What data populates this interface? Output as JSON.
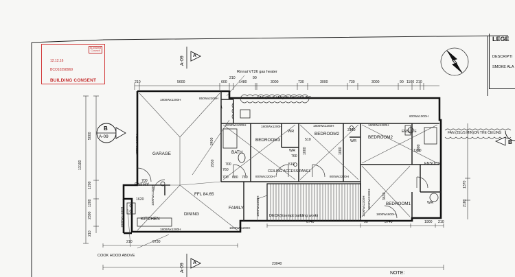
{
  "stamp": {
    "logo": "Auckland Council",
    "date": "12.12.16",
    "code": "BCO10298969",
    "title": "BUILDING CONSENT"
  },
  "legend": {
    "heading": "LEGE",
    "row1": "DESCRIPTI",
    "row2": "SMOKE ALA"
  },
  "section_markers": {
    "a_top": {
      "letter": "A",
      "ref": "A-09"
    },
    "b_left": {
      "letter": "B",
      "ref": "A-09"
    },
    "a_bottom": {
      "letter": "A",
      "ref": "A-09"
    },
    "b_right": {
      "letter": "B"
    }
  },
  "annotations": {
    "gas_heater": "Rinnai VT26 gas heater",
    "fan_left": "FAN (25L/S MIN)ON THE CEILING",
    "fan_right": "FAN (25L/S MIN)ON THE CEILING",
    "ceiling_access": "CEILING ACCESS PANEL",
    "cook_hood": "COOK HOOD ABOVE",
    "note": "NOTE:"
  },
  "rooms": {
    "garage": "GARAGE",
    "bath": "BATH",
    "bedroom3": "BEDROOM3",
    "bedroom2_center": "BEDROOM2",
    "bedroom2": "BEDROOM2",
    "ensuite_top": "ENSUITE",
    "ensuite": "ENSUITE",
    "entry": "ENTRY",
    "kitchen": "KITCHEN",
    "dining": "DINING",
    "family": "FAMILY",
    "ffl": "FFL 84.65",
    "deck": "DECK(Exempt building work)",
    "bedroom1": "BEDROOM1",
    "wr1": "WR",
    "wr2": "WR",
    "wr3": "WR",
    "wr4": "WR",
    "l": "L"
  },
  "top_dims": [
    "210",
    "5600",
    "600",
    "210",
    "1480",
    "90",
    "3000",
    "730",
    "3000",
    "730",
    "3000",
    "90",
    "1100",
    "210"
  ],
  "bottom_dims": {
    "d1": "9730",
    "total": "23040",
    "d2": "6740",
    "d3": "3740",
    "d4": "1900",
    "d5": "210",
    "d6": "210",
    "d7": "90"
  },
  "left_dims": [
    "5000",
    "13100",
    "1200",
    "1200",
    "2390",
    "210"
  ],
  "inner_dims": {
    "g_vert": "4770Wx2200H",
    "fam_vert": "1950Wx2200H",
    "bed1_vert": "3630",
    "bed1_vert2": "1200Wx2200H",
    "r_dim1": "2180",
    "r_dim2": "1370",
    "c_dim1": "2400",
    "c_dim2": "1000",
    "c_dim3": "1000",
    "c_dim4": "3150",
    "c_dim5": "510",
    "c_dim6": "510",
    "c_dim7": "760",
    "c_dim8": "700",
    "c_dim9": "680",
    "c_dim10": "760",
    "c_dim11": "1620",
    "c_dim12": "760",
    "c_dim13": "2030",
    "ens_w": "1200",
    "bed2_h": "3000"
  },
  "windows": {
    "g_top": "1800Wx1200H",
    "l_top": "850Wx2200H",
    "bath": "1200Wx1000H",
    "bed3": "1800Wx1200H",
    "bed2c": "1800Wx1200H",
    "bed2": "1600Wx1200H",
    "ens": "600Wx1000H",
    "access": "800Wx2200H",
    "access2": "800Wx2200H",
    "kitchen_b": "1800Wx1200H",
    "family_b": "1800Wx1200H",
    "bed1_b": "1800Wx600H",
    "bed1_s": "1800Wx2200H",
    "entry_s": "1000Wx1200H",
    "k_side": "1800Wx1100H"
  },
  "misc": {
    "n1": "1620",
    "n2": "700",
    "n3": "700"
  }
}
